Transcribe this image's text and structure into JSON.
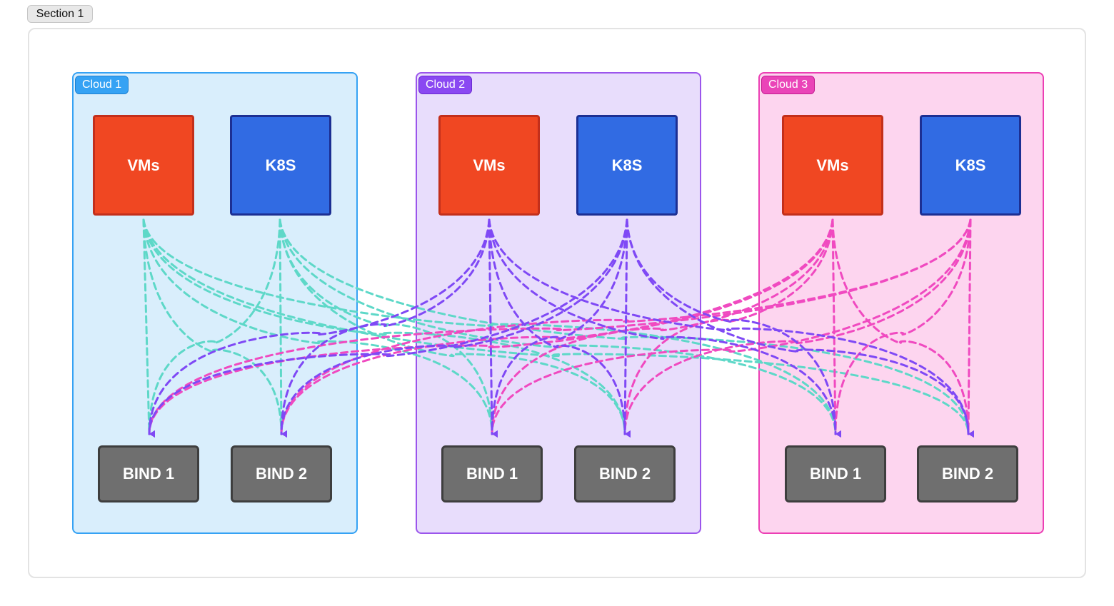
{
  "section": {
    "label": "Section 1"
  },
  "clouds": [
    {
      "label": "Cloud 1",
      "colors": {
        "fill": "#d9eefc",
        "border": "#35a2f4",
        "label_bg": "#35a2f4",
        "label_border": "#1e7fcf",
        "edge": "#5ed8c8"
      },
      "nodes": {
        "vm": "VMs",
        "k8s": "K8S",
        "bind1": "BIND 1",
        "bind2": "BIND 2"
      }
    },
    {
      "label": "Cloud 2",
      "colors": {
        "fill": "#e8ddfc",
        "border": "#9b55ec",
        "label_bg": "#8a48f2",
        "label_border": "#6a2ad0",
        "edge": "#7f49f5"
      },
      "nodes": {
        "vm": "VMs",
        "k8s": "K8S",
        "bind1": "BIND 1",
        "bind2": "BIND 2"
      }
    },
    {
      "label": "Cloud 3",
      "colors": {
        "fill": "#fdd5ef",
        "border": "#ec3fb4",
        "label_bg": "#ea44b8",
        "label_border": "#c21d8f",
        "edge": "#f04ac0"
      }
    }
  ],
  "cloud3_nodes": {
    "vm": "VMs",
    "k8s": "K8S",
    "bind1": "BIND 1",
    "bind2": "BIND 2"
  },
  "node_colors": {
    "vm_fill": "#f04722",
    "k8s_fill": "#316be3",
    "bind_fill": "#6f6f6f"
  },
  "links": {
    "style": "dashed",
    "description_rule": "each cloud's VMs and K8S connect to every BIND 1 and BIND 2 across all clouds; arrow color follows the source cloud"
  }
}
